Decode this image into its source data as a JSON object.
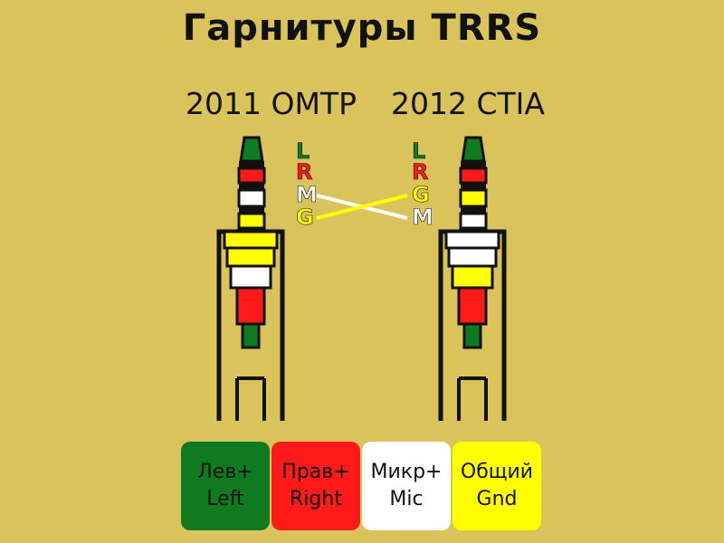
{
  "title": "Гарнитуры TRRS",
  "standards": {
    "left": "2011 OMTP",
    "right": "2012 CTIA"
  },
  "colors": {
    "green": "#0f7a1f",
    "red": "#ff1a1a",
    "white": "#ffffff",
    "yellow": "#ffff00",
    "background": "#d9c35a",
    "dark": "#111111"
  },
  "pin_labels": {
    "left": [
      "L",
      "R",
      "M",
      "G"
    ],
    "right": [
      "L",
      "R",
      "G",
      "M"
    ]
  },
  "legend": [
    {
      "line1": "Лев+",
      "line2": "Left"
    },
    {
      "line1": "Прав+",
      "line2": "Right"
    },
    {
      "line1": "Микр+",
      "line2": "Mic"
    },
    {
      "line1": "Общий",
      "line2": "Gnd"
    }
  ]
}
